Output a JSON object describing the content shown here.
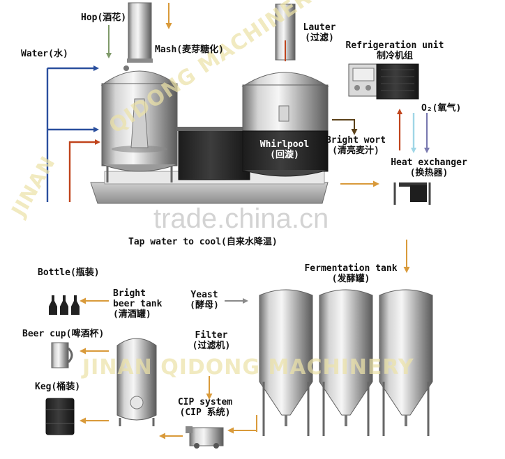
{
  "labels": {
    "hop": "Hop(酒花)",
    "mash": "Mash(麦芽糖化)",
    "water": "Water(水)",
    "lauter_en": "Lauter",
    "lauter_cn": "(过滤)",
    "refrigeration_en": "Refrigeration unit",
    "refrigeration_cn": "制冷机组",
    "oxygen": "O₂(氧气)",
    "bright_wort_en": "Bright wort",
    "bright_wort_cn": "(清亮麦汁)",
    "whirlpool_en": "Whirlpool",
    "whirlpool_cn": "(回漩)",
    "heat_exchanger_en": "Heat exchanger",
    "heat_exchanger_cn": "(换热器)",
    "tap_water": "Tap water to cool(自来水降温)",
    "fermentation_en": "Fermentation tank",
    "fermentation_cn": "(发酵罐)",
    "bottle": "Bottle(瓶装)",
    "bright_beer_1": "Bright",
    "bright_beer_2": "beer tank",
    "bright_beer_3": "(清酒罐)",
    "yeast_en": "Yeast",
    "yeast_cn": "(酵母)",
    "beer_cup": "Beer cup(啤酒杯)",
    "filter_en": "Filter",
    "filter_cn": "(过滤机)",
    "keg": "Keg(桶装)",
    "cip_en": "CIP system",
    "cip_cn": "(CIP 系统)"
  },
  "watermarks": {
    "diagonal": "QIDONG MACHINERY",
    "left": "JINAN",
    "center": "JINAN QIDONG MACHINERY",
    "site": "trade.china.cn"
  },
  "colors": {
    "water_arrow": "#2a4f9e",
    "hot_arrow": "#c0441c",
    "orange_arrow": "#d99a3a",
    "gray_arrow": "#8a8a8a",
    "wort_arrow": "#5a4018",
    "cold_arrow": "#9fd6e6",
    "o2_arrow": "#7a7ab0",
    "hop_arrow": "#7f9a6a"
  }
}
